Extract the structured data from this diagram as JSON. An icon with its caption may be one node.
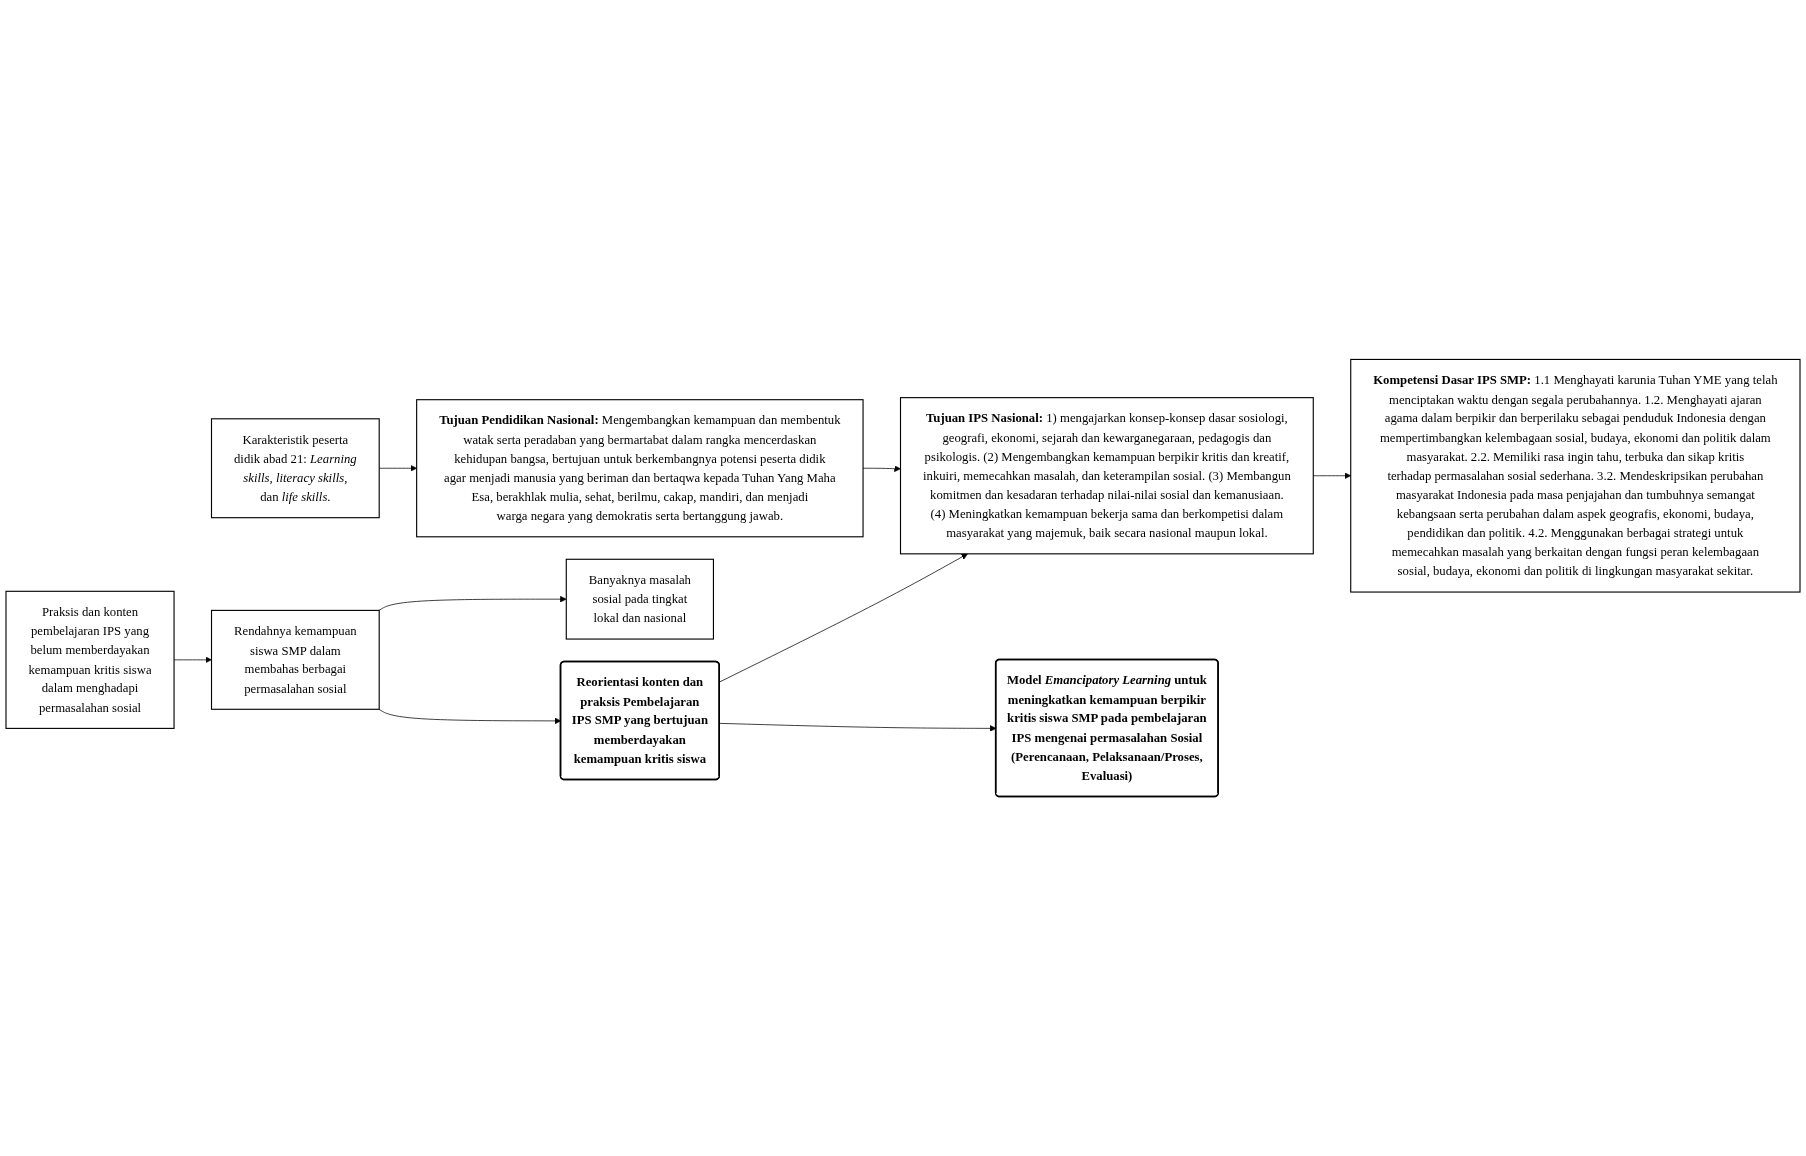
{
  "diagram": {
    "nodes": [
      {
        "text": [
          "Banyaknya masalah sosial pada tingkat lokal dan nasional"
        ]
      },
      {
        "text": [
          "Karakteristik peserta didik abad 21: *Learning skills, literacy skills*, dan *life skills*."
        ]
      },
      {
        "text": [
          "**Tujuan Pendidikan Nasional:** Mengembangkan kemampuan dan membentuk watak serta peradaban yang bermartabat dalam rangka mencerdaskan kehidupan bangsa, bertujuan untuk berkembangnya potensi peserta didik agar menjadi manusia yang beriman dan bertaqwa kepada Tuhan Yang Maha Esa, berakhlak mulia, sehat, berilmu, cakap, mandiri, dan menjadi warga negara yang demokratis serta bertanggung jawab."
        ]
      },
      {
        "text": [
          "Rendahnya kemampuan siswa SMP dalam membahas berbagai permasalahan sosial"
        ]
      },
      {
        "text": [
          "Reorientasi konten dan praksis Pembelajaran IPS SMP yang bertujuan memberdayakan kemampuan kritis siswa"
        ]
      },
      {
        "text": [
          "**Tujuan IPS Nasional:** 1) mengajarkan konsep-konsep dasar sosiologi, geografi, ekonomi, sejarah dan kewarganegaraan, pedagogis dan psikologis. (2) Mengembangkan kemampuan berpikir kritis dan kreatif, inkuiri, memecahkan masalah, dan keterampilan sosial. (3) Membangun komitmen dan kesadaran terhadap nilai-nilai sosial dan kemanusiaan. (4) Meningkatkan kemampuan bekerja sama dan berkompetisi dalam masyarakat yang majemuk, baik secara nasional maupun lokal."
        ]
      },
      {
        "text": [
          "Praksis dan konten pembelajaran IPS yang belum memberdayakan kemampuan kritis siswa dalam menghadapi permasalahan sosial"
        ]
      },
      {
        "text": [
          "Model *Emancipatory Learning* untuk meningkatkan kemampuan berpikir kritis siswa SMP pada pembelajaran IPS mengenai permasalahan Sosial (Perencanaan, Pelaksanaan/Proses, Evaluasi)"
        ]
      },
      {
        "text": [
          "**Kompetensi Dasar IPS SMP:** 1.1 Menghayati karunia Tuhan YME yang telah menciptakan waktu dengan segala perubahannya. 1.2. Menghayati ajaran agama dalam berpikir dan berperilaku sebagai penduduk Indonesia dengan mempertimbangkan kelembagaan sosial, budaya, ekonomi dan politik dalam masyarakat. 2.2. Memiliki rasa ingin tahu, terbuka dan sikap kritis terhadap permasalahan sosial sederhana. 3.2. Mendeskripsikan perubahan masyarakat Indonesia pada masa penjajahan dan tumbuhnya semangat kebangsaan serta perubahan dalam aspek geografis, ekonomi, budaya, pendidikan dan politik. 4.2. Menggunakan berbagai strategi untuk memecahkan masalah yang berkaitan dengan fungsi peran kelembagaan sosial, budaya, ekonomi dan politik di lingkungan masyarakat sekitar."
        ]
      }
    ],
    "edges": [
      {
        "from": 6,
        "to": 3,
        "arrow": "to"
      },
      {
        "from": 3,
        "to": 0,
        "arrow": "to"
      },
      {
        "from": 3,
        "to": 4,
        "arrow": "to"
      },
      {
        "from": 1,
        "to": 2,
        "arrow": "to"
      },
      {
        "from": 4,
        "to": 5,
        "arrow": "to"
      },
      {
        "from": 2,
        "to": 5,
        "arrow": "to"
      },
      {
        "from": 5,
        "to": 8,
        "arrow": "to"
      },
      {
        "from": 4,
        "to": 7,
        "arrow": "to"
      }
    ]
  }
}
